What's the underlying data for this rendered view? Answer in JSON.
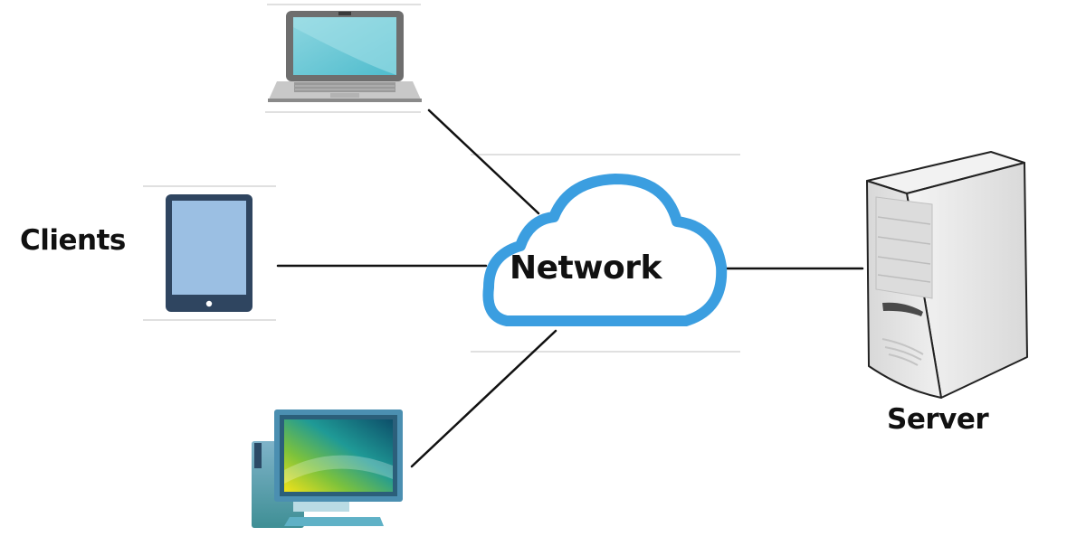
{
  "diagram": {
    "type": "client-server network",
    "labels": {
      "clients": "Clients",
      "network": "Network",
      "server": "Server"
    },
    "nodes": [
      {
        "id": "laptop",
        "kind": "client",
        "icon": "laptop-icon"
      },
      {
        "id": "tablet",
        "kind": "client",
        "icon": "tablet-icon"
      },
      {
        "id": "desktop",
        "kind": "client",
        "icon": "desktop-computer-icon"
      },
      {
        "id": "network",
        "kind": "cloud",
        "icon": "cloud-icon"
      },
      {
        "id": "server",
        "kind": "server",
        "icon": "server-tower-icon"
      }
    ],
    "edges": [
      {
        "from": "laptop",
        "to": "network"
      },
      {
        "from": "tablet",
        "to": "network"
      },
      {
        "from": "desktop",
        "to": "network"
      },
      {
        "from": "network",
        "to": "server"
      }
    ],
    "colors": {
      "cloud_stroke": "#3b9ee0",
      "connector": "#111111",
      "separator": "#d6d6d6",
      "laptop_screen": "#5ec4d4",
      "tablet_screen": "#9bbfe3",
      "tablet_frame": "#2f4560",
      "server_body": "#e4e4e4"
    }
  }
}
